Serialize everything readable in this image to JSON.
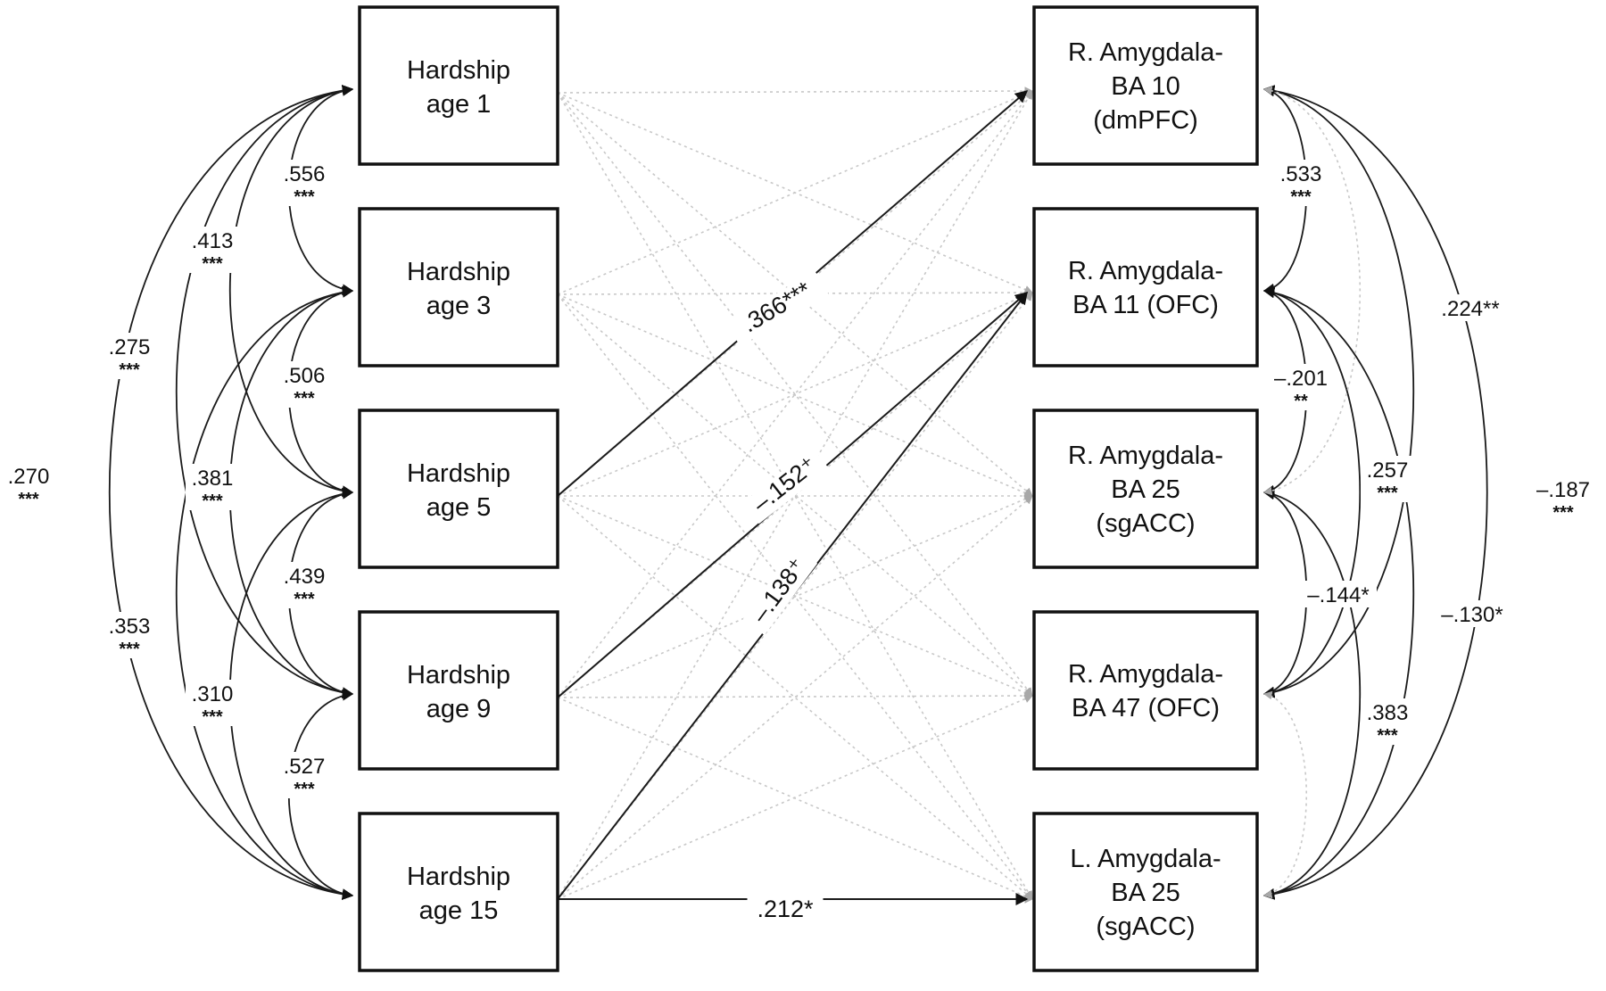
{
  "colors": {
    "solid_path": "#1a1a1a",
    "dotted_path": "#c8c8c8",
    "dotted_arrowhead": "#a8a8a8",
    "box_stroke": "#111111",
    "background": "#ffffff"
  },
  "left_nodes": [
    {
      "id": "h1",
      "line1": "Hardship",
      "line2": "age 1"
    },
    {
      "id": "h3",
      "line1": "Hardship",
      "line2": "age 3"
    },
    {
      "id": "h5",
      "line1": "Hardship",
      "line2": "age 5"
    },
    {
      "id": "h9",
      "line1": "Hardship",
      "line2": "age 9"
    },
    {
      "id": "h15",
      "line1": "Hardship",
      "line2": "age 15"
    }
  ],
  "right_nodes": [
    {
      "id": "ba10",
      "lines": [
        "R. Amygdala-",
        "BA 10",
        "(dmPFC)"
      ]
    },
    {
      "id": "ba11",
      "lines": [
        "R. Amygdala-",
        "BA 11 (OFC)"
      ]
    },
    {
      "id": "ba25r",
      "lines": [
        "R. Amygdala-",
        "BA 25",
        "(sgACC)"
      ]
    },
    {
      "id": "ba47",
      "lines": [
        "R. Amygdala-",
        "BA 47 (OFC)"
      ]
    },
    {
      "id": "ba25l",
      "lines": [
        "L. Amygdala-",
        "BA 25",
        "(sgACC)"
      ]
    }
  ],
  "left_covariances": [
    {
      "from": 0,
      "to": 1,
      "value": ".556",
      "stars": "***"
    },
    {
      "from": 0,
      "to": 2,
      "value": ".413",
      "stars": "***"
    },
    {
      "from": 0,
      "to": 3,
      "value": ".275",
      "stars": "***"
    },
    {
      "from": 0,
      "to": 4,
      "value": ".270",
      "stars": "***"
    },
    {
      "from": 1,
      "to": 2,
      "value": ".506",
      "stars": "***"
    },
    {
      "from": 1,
      "to": 3,
      "value": ".381",
      "stars": "***"
    },
    {
      "from": 1,
      "to": 4,
      "value": ".353",
      "stars": "***"
    },
    {
      "from": 2,
      "to": 3,
      "value": ".439",
      "stars": "***"
    },
    {
      "from": 2,
      "to": 4,
      "value": ".310",
      "stars": "***"
    },
    {
      "from": 3,
      "to": 4,
      "value": ".527",
      "stars": "***"
    }
  ],
  "right_covariances": [
    {
      "from": 0,
      "to": 1,
      "value": ".533",
      "stars": "***",
      "significant": true
    },
    {
      "from": 0,
      "to": 3,
      "value": ".224**",
      "stars": "",
      "significant": true
    },
    {
      "from": 0,
      "to": 4,
      "value": "–.187",
      "stars": "***",
      "significant": true
    },
    {
      "from": 1,
      "to": 2,
      "value": "–.201",
      "stars": "**",
      "significant": true
    },
    {
      "from": 1,
      "to": 3,
      "value": ".257",
      "stars": "***",
      "significant": true
    },
    {
      "from": 1,
      "to": 4,
      "value": "–.130*",
      "stars": "",
      "significant": true
    },
    {
      "from": 2,
      "to": 3,
      "value": "–.144*",
      "stars": "",
      "significant": true
    },
    {
      "from": 2,
      "to": 4,
      "value": ".383",
      "stars": "***",
      "significant": true
    },
    {
      "from": 0,
      "to": 2,
      "value": "",
      "stars": "",
      "significant": false
    },
    {
      "from": 3,
      "to": 4,
      "value": "",
      "stars": "",
      "significant": false
    }
  ],
  "significant_paths": [
    {
      "from": 2,
      "to": 0,
      "value": ".366***"
    },
    {
      "from": 3,
      "to": 1,
      "value": "–.152⁺"
    },
    {
      "from": 4,
      "to": 1,
      "value": "–.138⁺"
    },
    {
      "from": 4,
      "to": 4,
      "value": ".212*"
    }
  ]
}
